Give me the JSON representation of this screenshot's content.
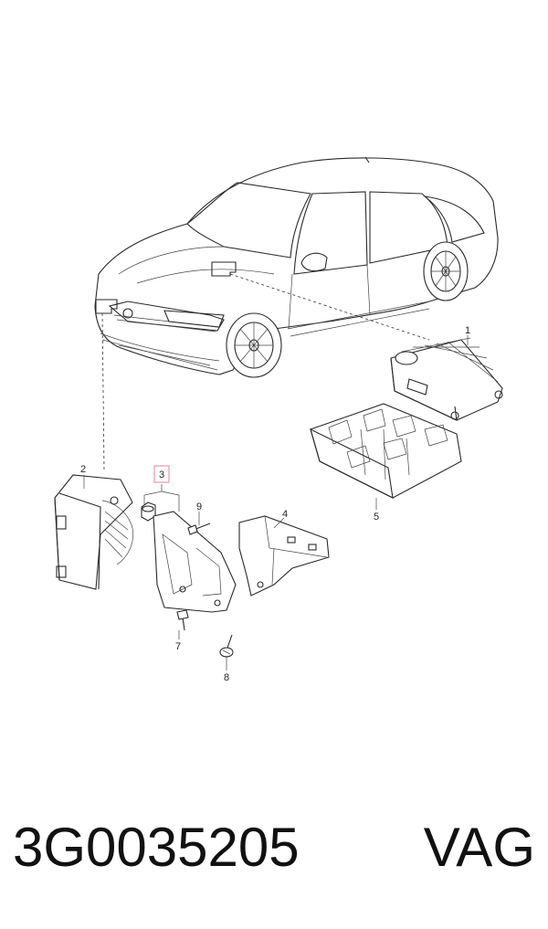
{
  "diagram": {
    "callouts": [
      {
        "id": "1",
        "label": "1"
      },
      {
        "id": "2",
        "label": "2"
      },
      {
        "id": "3",
        "label": "3",
        "highlighted": true
      },
      {
        "id": "4",
        "label": "4"
      },
      {
        "id": "5",
        "label": "5"
      },
      {
        "id": "7",
        "label": "7"
      },
      {
        "id": "8",
        "label": "8"
      },
      {
        "id": "9",
        "label": "9"
      }
    ],
    "highlight_color": "#e89aa6"
  },
  "footer": {
    "part_number": "3G0035205",
    "brand": "VAG"
  }
}
